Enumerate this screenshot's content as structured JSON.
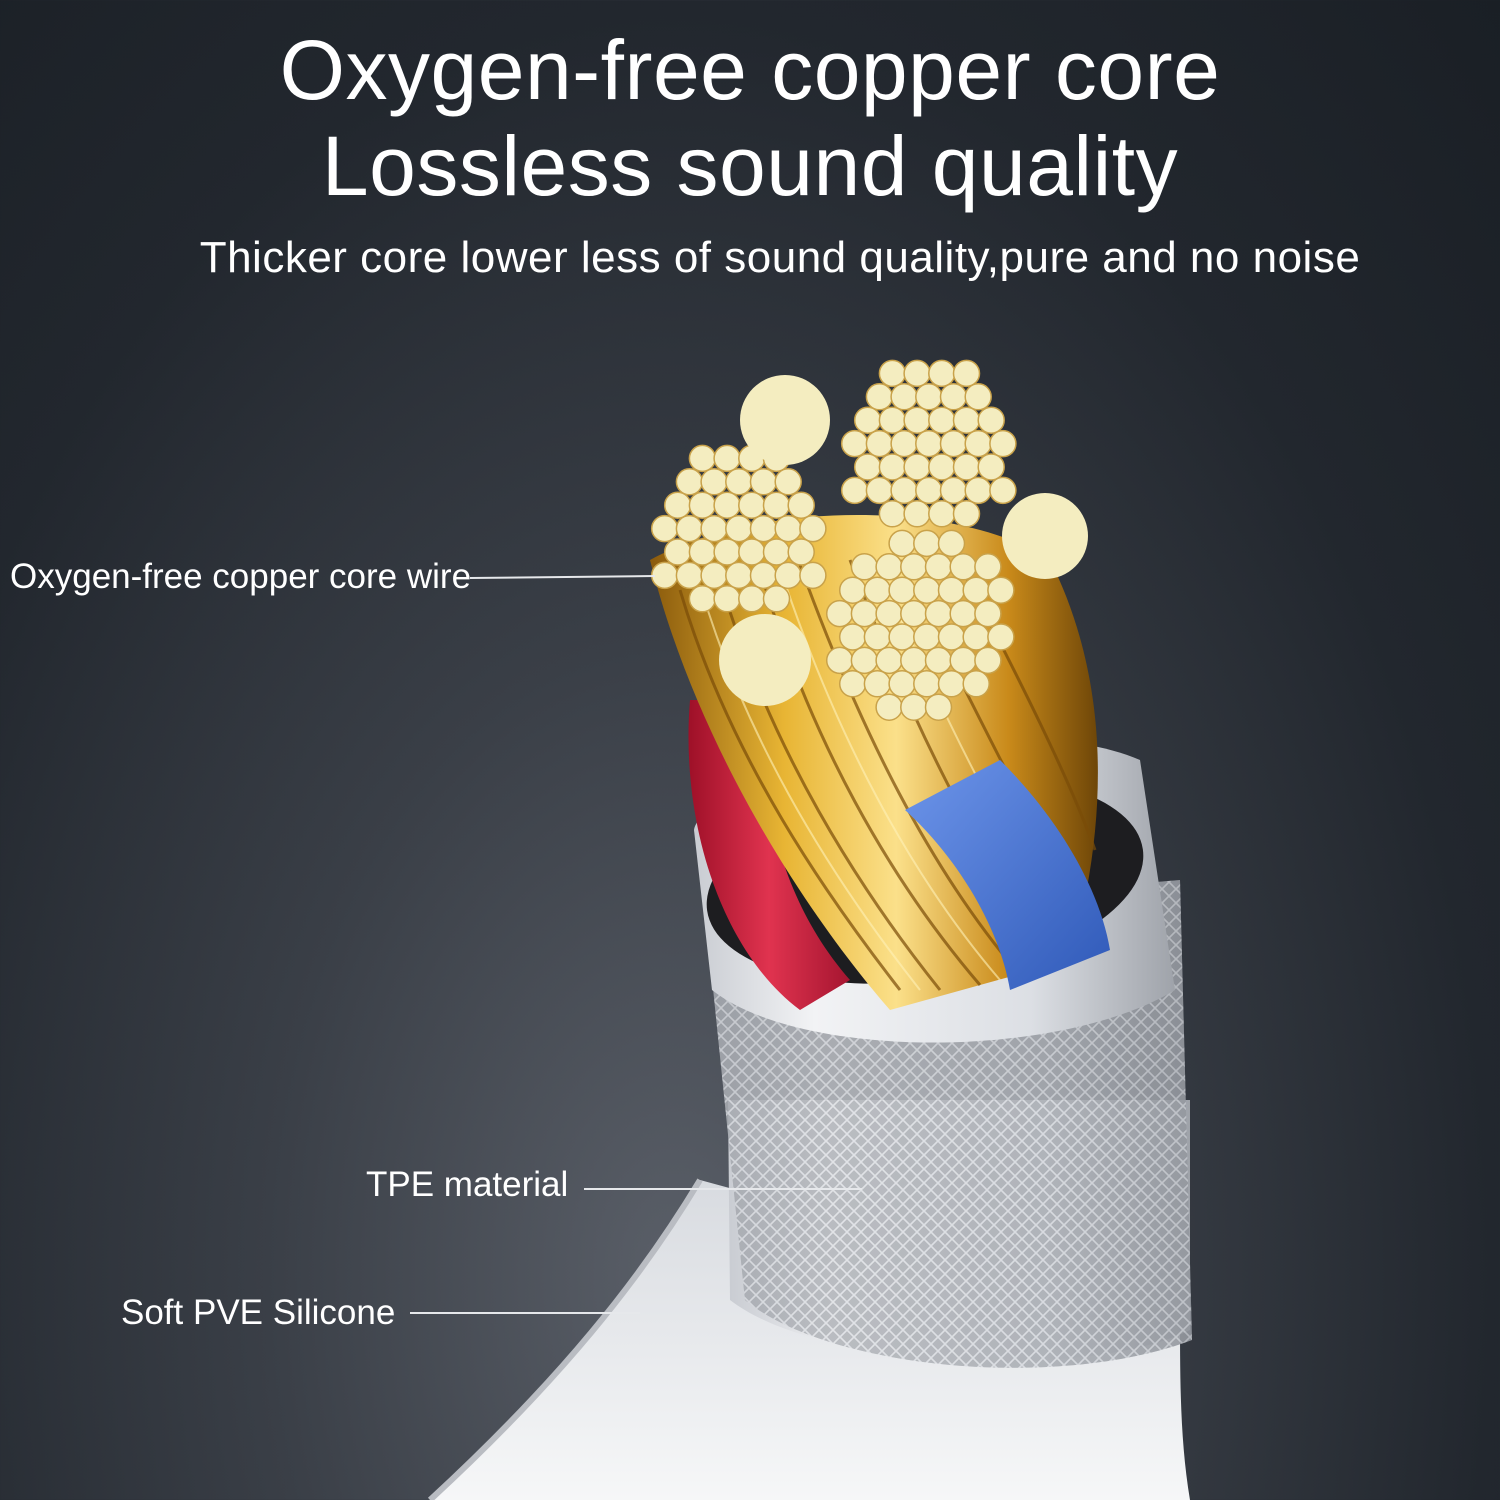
{
  "headline": {
    "line1": "Oxygen-free copper core",
    "line2": "Lossless sound quality",
    "subtitle": "Thicker core lower less of sound quality,pure and no noise"
  },
  "callouts": {
    "core_wire": "Oxygen-free copper core wire",
    "tpe": "TPE material",
    "silicone": "Soft PVE Silicone"
  },
  "colors": {
    "background": "#22272e",
    "copper_gold": "#d9a326",
    "strand_tip": "#f4edc0",
    "red_wire": "#d6203f",
    "blue_wire": "#4c7de0",
    "jacket": "#e8eaee"
  }
}
